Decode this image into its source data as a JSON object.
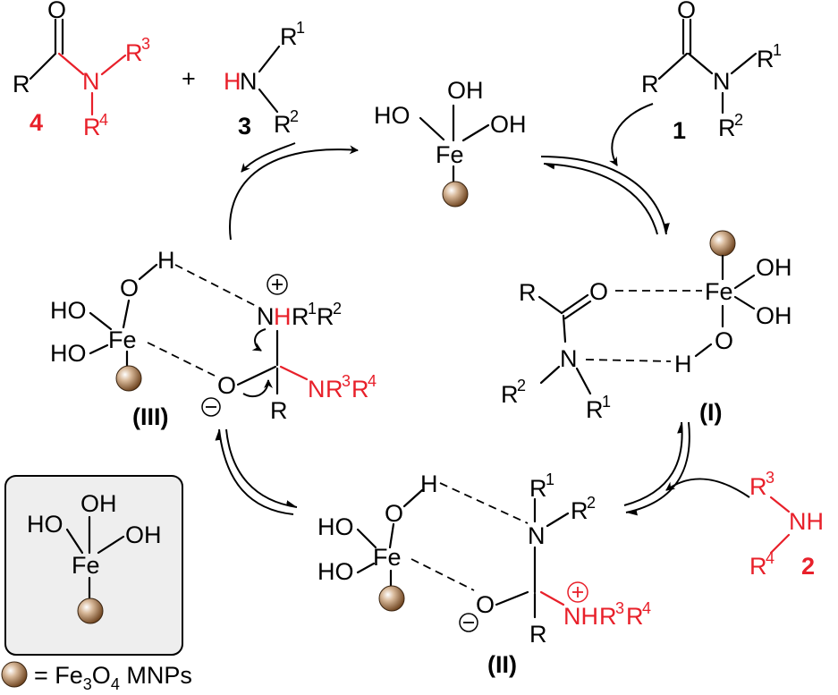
{
  "labels": {
    "R": "R",
    "N": "N",
    "O": "O",
    "H": "H",
    "Fe": "Fe",
    "OH": "OH",
    "HO": "HO",
    "NH": "NH",
    "plus": "+",
    "R1": "1",
    "R2": "2",
    "R3": "3",
    "R4": "4"
  },
  "compounds": {
    "c1": "1",
    "c2": "2",
    "c3": "3",
    "c4": "4"
  },
  "intermediates": {
    "i1": "(I)",
    "i2": "(II)",
    "i3": "(III)"
  },
  "legend": {
    "eq": "= Fe",
    "sub3": "3",
    "o": "O",
    "sub4": "4",
    "mnp": " MNPs"
  },
  "colors": {
    "red": "#e8202a",
    "sphere": "#8a5a2b"
  }
}
